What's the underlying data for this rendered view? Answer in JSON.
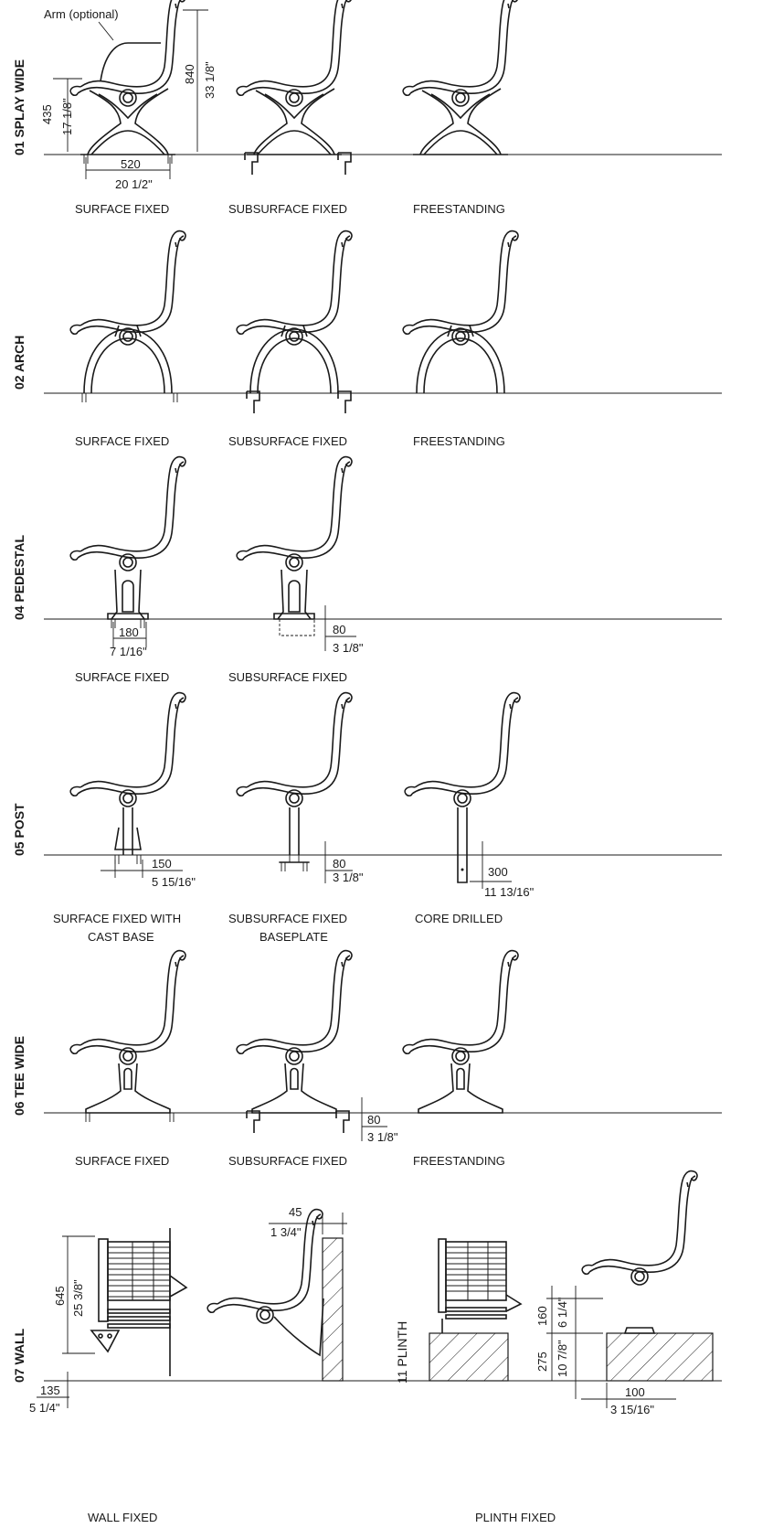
{
  "rows": {
    "r01": {
      "title": "01 SPLAY WIDE",
      "labels": [
        "SURFACE FIXED",
        "SUBSURFACE FIXED",
        "FREESTANDING"
      ],
      "arm": "Arm (optional)",
      "d_seat_mm": "435",
      "d_seat_in": "17 1/8\"",
      "d_h_mm": "840",
      "d_h_in": "33 1/8\"",
      "d_w_mm": "520",
      "d_w_in": "20 1/2\""
    },
    "r02": {
      "title": "02 ARCH",
      "labels": [
        "SURFACE FIXED",
        "SUBSURFACE FIXED",
        "FREESTANDING"
      ]
    },
    "r04": {
      "title": "04 PEDESTAL",
      "labels": [
        "SURFACE FIXED",
        "SUBSURFACE FIXED"
      ],
      "d_base_mm": "180",
      "d_base_in": "7 1/16\"",
      "d_depth_mm": "80",
      "d_depth_in": "3 1/8\""
    },
    "r05": {
      "title": "05 POST",
      "labels": [
        "SURFACE FIXED WITH",
        "CAST BASE",
        "SUBSURFACE FIXED",
        "BASEPLATE",
        "CORE DRILLED"
      ],
      "d_a_mm": "150",
      "d_a_in": "5 15/16\"",
      "d_b_mm": "80",
      "d_b_in": "3 1/8\"",
      "d_c_mm": "300",
      "d_c_in": "11 13/16\""
    },
    "r06": {
      "title": "06 TEE WIDE",
      "labels": [
        "SURFACE FIXED",
        "SUBSURFACE FIXED",
        "FREESTANDING"
      ],
      "d_mm": "80",
      "d_in": "3 1/8\""
    },
    "r07": {
      "title": "07 WALL",
      "label": "WALL FIXED",
      "d_h_mm": "645",
      "d_h_in": "25 3/8\"",
      "d_off_mm": "45",
      "d_off_in": "1 3/4\"",
      "d_g_mm": "135",
      "d_g_in": "5 1/4\""
    },
    "r11": {
      "title": "11 PLINTH",
      "label": "PLINTH FIXED",
      "d_a_mm": "160",
      "d_a_in": "6 1/4\"",
      "d_b_mm": "275",
      "d_b_in": "10 7/8\"",
      "d_c_mm": "100",
      "d_c_in": "3 15/16\""
    }
  }
}
